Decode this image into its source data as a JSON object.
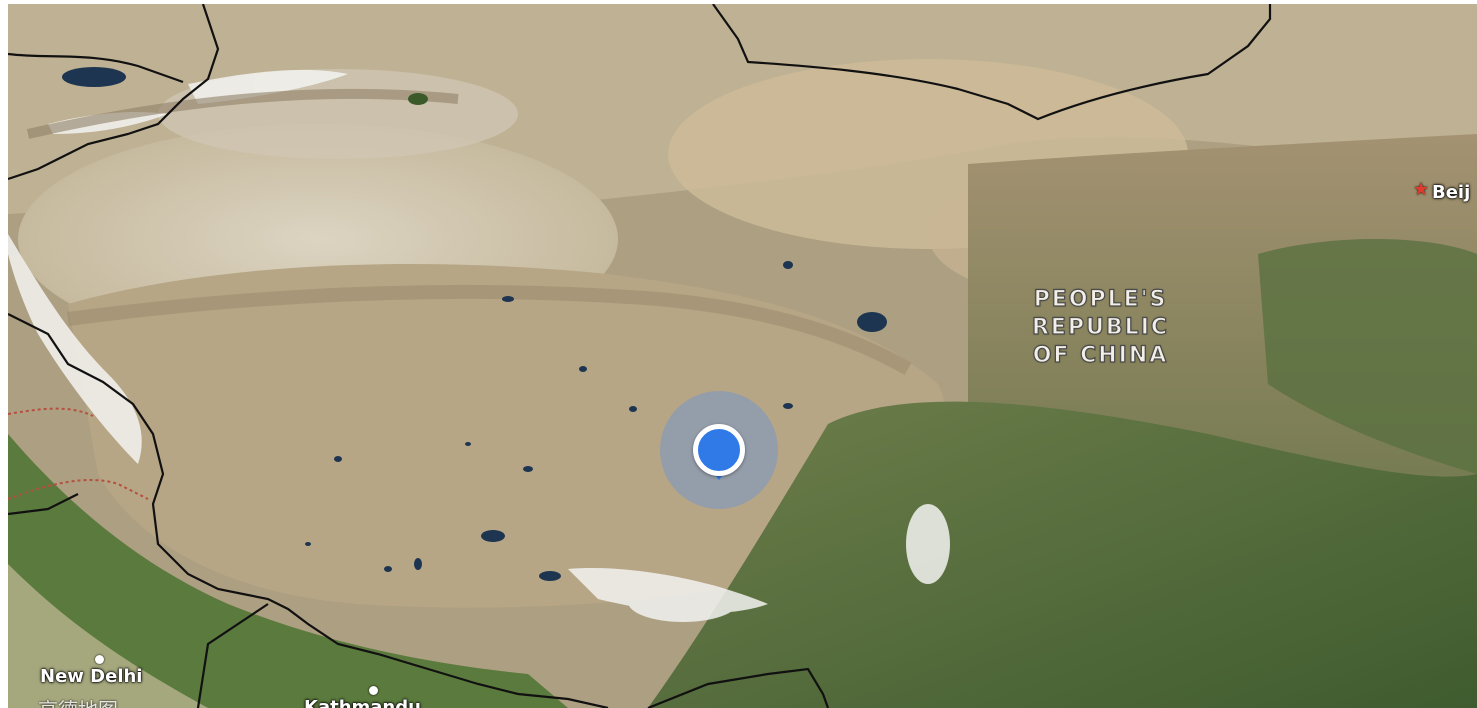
{
  "map": {
    "type": "satellite",
    "country_label": {
      "line1": "PEOPLE'S",
      "line2": "REPUBLIC",
      "line3": "OF CHINA"
    },
    "cities": {
      "beijing": "Beij",
      "new_delhi": "New Delhi",
      "kathmandu": "Kathmandu"
    },
    "watermark": "高德地图",
    "marker": {
      "name": "current-location",
      "color": "#2f7ae6"
    },
    "colors": {
      "desert": "#c9bda2",
      "plateau": "#b5a78a",
      "forest": "#4d6a3a",
      "snow": "#f2f2f2",
      "border": "#111111",
      "lake": "#1d3550"
    }
  }
}
